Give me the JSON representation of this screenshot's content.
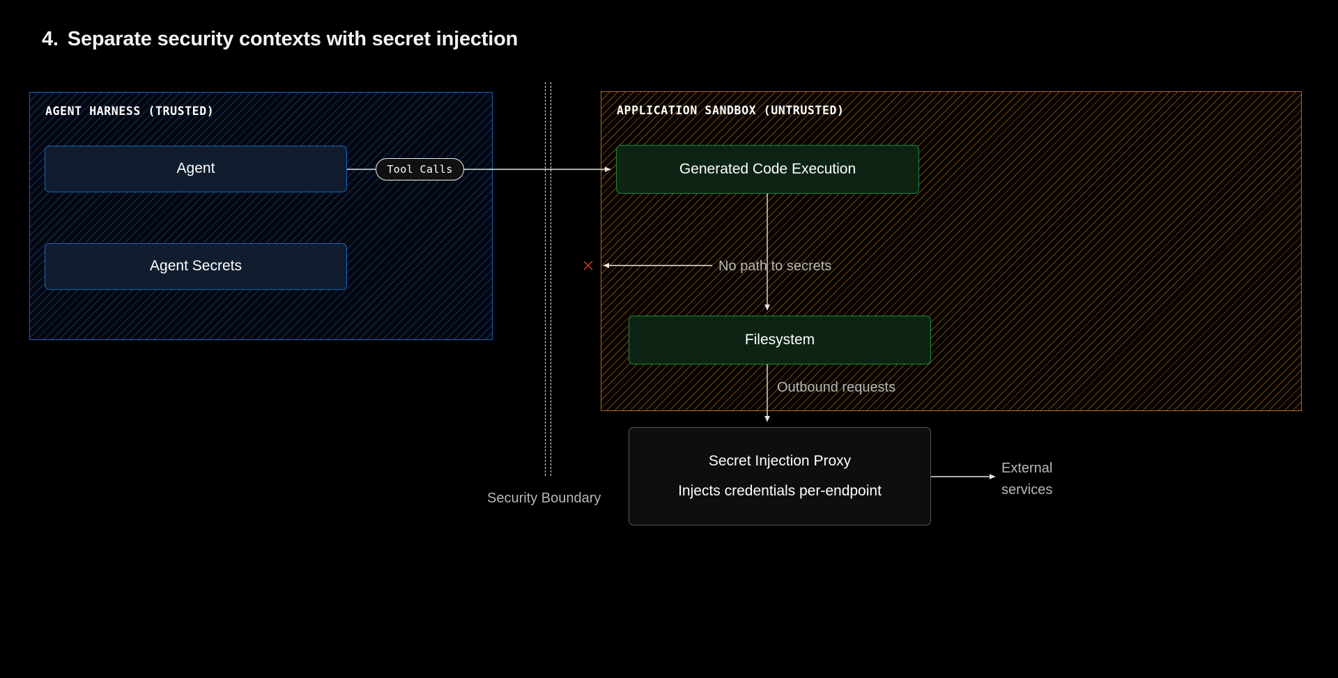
{
  "title": {
    "number": "4.",
    "text": "Separate security contexts with secret injection"
  },
  "groups": [
    {
      "id": "agent-harness",
      "label": "AGENT HARNESS (TRUSTED)",
      "trust": "trusted",
      "border_color": "#1565c0",
      "hatch_color": "#1e5aaa"
    },
    {
      "id": "application-sandbox",
      "label": "APPLICATION SANDBOX (UNTRUSTED)",
      "trust": "untrusted",
      "border_color": "#b5651d",
      "hatch_color": "#be6e1e"
    }
  ],
  "nodes": {
    "agent": "Agent",
    "agent_secrets": "Agent Secrets",
    "code_execution": "Generated Code Execution",
    "filesystem": "Filesystem",
    "proxy_title": "Secret Injection Proxy",
    "proxy_subtitle": "Injects credentials per-endpoint"
  },
  "edges": {
    "tool_calls": "Tool Calls",
    "no_path_to_secrets": "No path to secrets",
    "outbound_requests": "Outbound requests",
    "external_services": "External services"
  },
  "annotations": {
    "security_boundary": "Security Boundary",
    "blocked_marker": "×"
  },
  "colors": {
    "background": "#000000",
    "trusted_border": "#1565c0",
    "trusted_fill": "#101d2e",
    "untrusted_border": "#b5651d",
    "sandbox_node_border": "#1f8a3b",
    "sandbox_node_fill": "#0d2415",
    "neutral_node_border": "#5a5a5a",
    "neutral_node_fill": "#0e0e0e",
    "blocked_marker": "#c0392b",
    "edge_line": "#e6e6e6",
    "muted_text": "#b8b8b8",
    "title_text": "#f2f2f2"
  }
}
